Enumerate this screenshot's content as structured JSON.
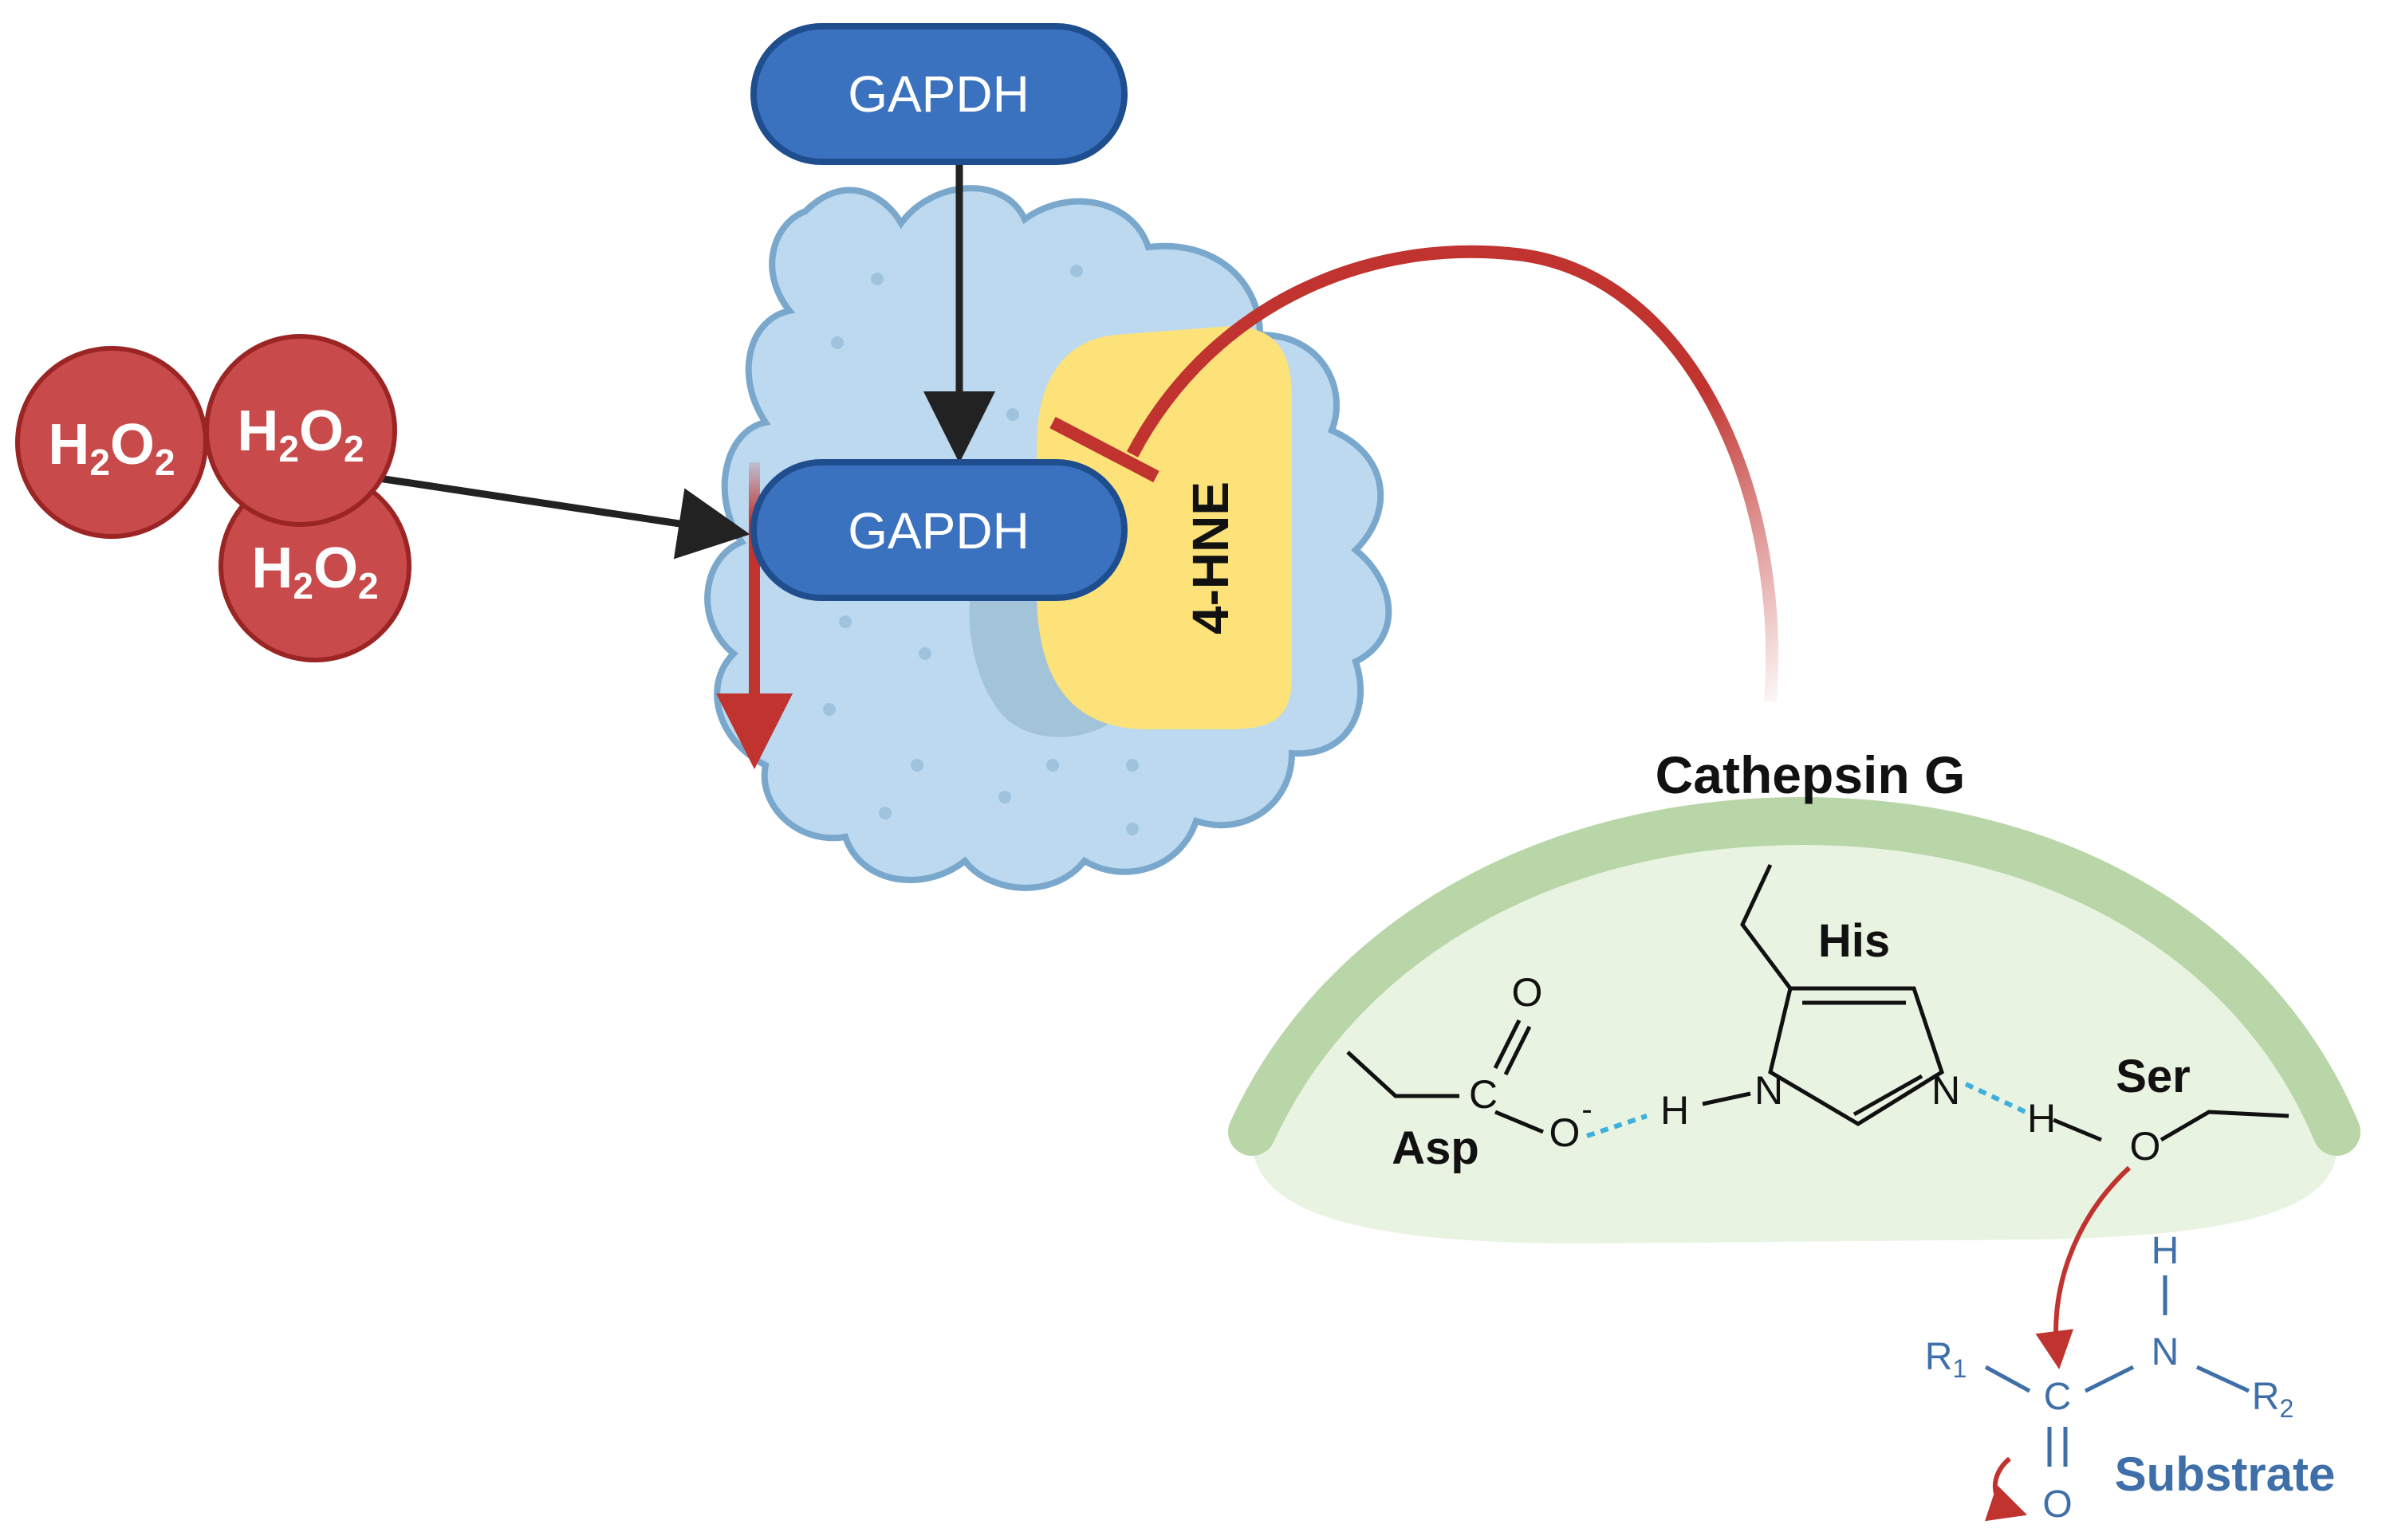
{
  "diagram": {
    "gapdh_top_label": "GAPDH",
    "gapdh_cell_label": "GAPDH",
    "h2o2_label": "H2O2",
    "h2o2_parts": [
      "H",
      "2",
      "O",
      "2"
    ],
    "hne_label": "4-HNE",
    "cathepsin_label": "Cathepsin G",
    "residues": {
      "his": "His",
      "ser": "Ser",
      "asp": "Asp"
    },
    "atoms": {
      "o_top": "O",
      "c_asp": "C",
      "o_minus": "O",
      "minus": "-",
      "h_asp": "H",
      "n1": "N",
      "n2": "N",
      "h_ser": "H",
      "o_ser": "O"
    },
    "substrate": {
      "label": "Substrate",
      "h": "H",
      "n": "N",
      "c": "C",
      "o": "O",
      "r1": "R",
      "r1_sub": "1",
      "r2": "R",
      "r2_sub": "2"
    },
    "colors": {
      "gapdh_fill": "#3a72c0",
      "gapdh_stroke": "#1f4e8f",
      "cell_fill": "#bcd9ef",
      "cell_stroke": "#7aa8cc",
      "h2o2_fill": "#c94a4a",
      "h2o2_stroke": "#9b2525",
      "hne_fill": "#fde27a",
      "inhibit_red": "#c0332f",
      "enzyme_green": "#b9d6a8",
      "pocket_green": "#e9f3e1",
      "substrate_blue": "#3f6fa8",
      "hbond_cyan": "#3fb0dc"
    }
  }
}
